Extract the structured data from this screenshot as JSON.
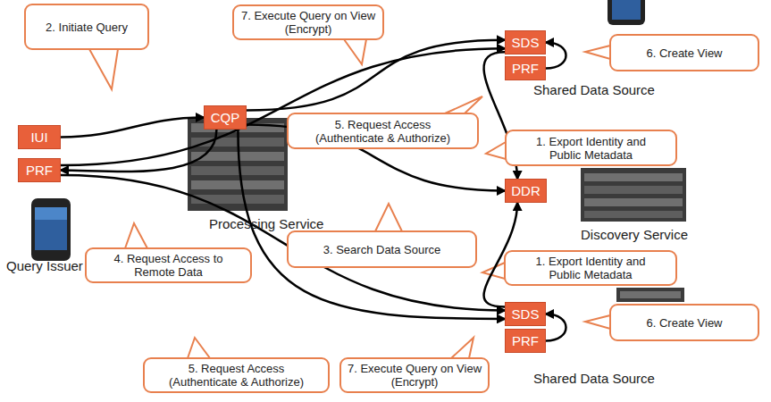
{
  "diagram": {
    "nodes": [
      {
        "text": [
          "2. Initiate Query"
        ]
      },
      {
        "text": [
          "7. Execute Query on View (Encrypt)"
        ]
      },
      {
        "text": [
          "SDS"
        ]
      },
      {
        "text": [
          "6. Create View"
        ]
      },
      {
        "text": [
          "PRF"
        ]
      },
      {
        "text": [
          "IUI"
        ]
      },
      {
        "text": [
          "CQP"
        ]
      },
      {
        "text": [
          "5. Request Access (Authenticate & Authorize)"
        ]
      },
      {
        "text": [
          "1. Export Identity and Public Metadata"
        ]
      },
      {
        "text": [
          "PRF"
        ]
      },
      {
        "text": [
          "DDR"
        ]
      },
      {
        "text": [
          "4. Request Access to Remote Data"
        ]
      },
      {
        "text": [
          "3. Search Data Source"
        ]
      },
      {
        "text": [
          "1. Export Identity and Public Metadata"
        ]
      },
      {
        "text": [
          "SDS"
        ]
      },
      {
        "text": [
          "6. Create View"
        ]
      },
      {
        "text": [
          "PRF"
        ]
      },
      {
        "text": [
          "5. Request Access (Authenticate & Authorize)"
        ]
      },
      {
        "text": [
          "7. Execute Query on View (Encrypt)"
        ]
      }
    ],
    "edges": [
      {
        "from": 5,
        "to": 6,
        "arrow": "to"
      },
      {
        "from": 6,
        "to": 2,
        "arrow": "to"
      },
      {
        "from": 6,
        "to": 10,
        "arrow": "to"
      },
      {
        "from": 6,
        "to": 9,
        "arrow": "to"
      },
      {
        "from": 9,
        "to": 2,
        "arrow": "to"
      },
      {
        "from": 9,
        "to": 14,
        "arrow": "to"
      },
      {
        "from": 6,
        "to": 14,
        "arrow": "to"
      },
      {
        "from": 4,
        "to": 2,
        "arrow": "to"
      },
      {
        "from": 16,
        "to": 14,
        "arrow": "to"
      },
      {
        "from": 2,
        "to": 10,
        "arrow": "to"
      },
      {
        "from": 14,
        "to": 10,
        "arrow": "to"
      }
    ],
    "labels": [
      "Shared Data Source",
      "Processing Service",
      "Discovery Service",
      "Shared Data Source",
      "Query Issuer"
    ]
  }
}
